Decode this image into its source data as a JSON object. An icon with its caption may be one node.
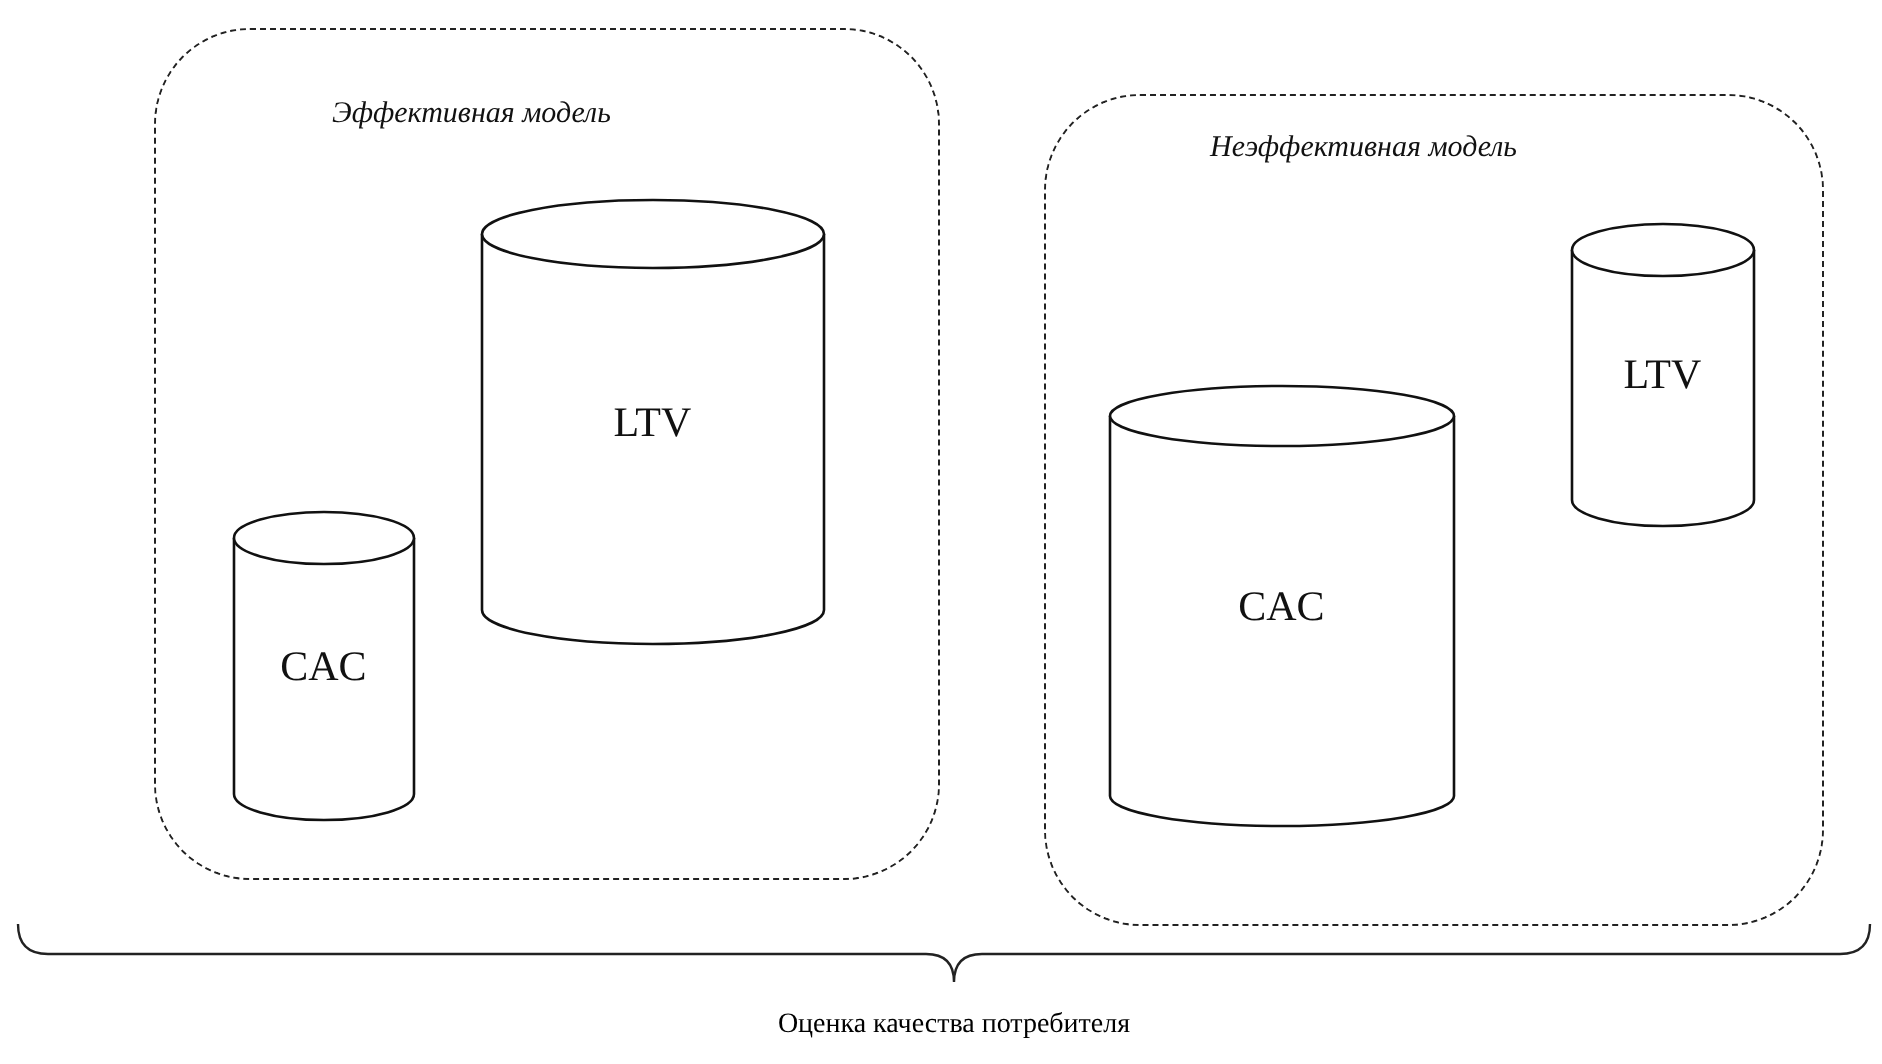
{
  "diagram": {
    "nodes": [
      {
        "text": [
          "Эффективная модель"
        ]
      },
      {
        "text": [
          "LTV"
        ],
        "in": 0
      },
      {
        "text": [
          "CAC"
        ],
        "in": 0
      },
      {
        "text": [
          "Неэффективная модель"
        ]
      },
      {
        "text": [
          "LTV"
        ],
        "in": 3
      },
      {
        "text": [
          "CAC"
        ],
        "in": 3
      }
    ],
    "labels": [
      "Оценка качества потребителя"
    ]
  }
}
